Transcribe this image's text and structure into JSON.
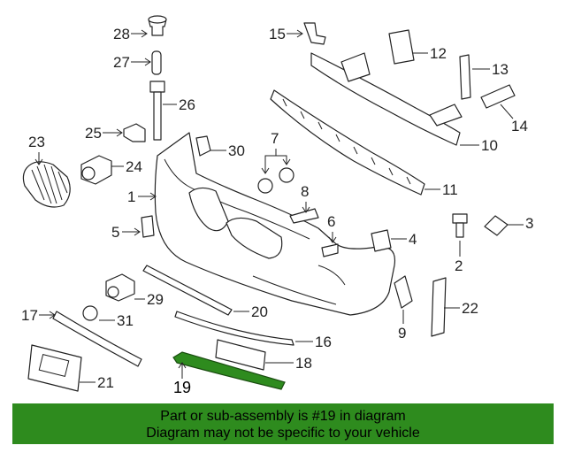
{
  "diagram": {
    "highlight_color": "#2e8b1e",
    "callouts": [
      "1",
      "2",
      "3",
      "4",
      "5",
      "6",
      "7",
      "8",
      "9",
      "10",
      "11",
      "12",
      "13",
      "14",
      "15",
      "16",
      "17",
      "18",
      "19",
      "20",
      "21",
      "22",
      "23",
      "24",
      "25",
      "26",
      "27",
      "28",
      "29",
      "30",
      "31"
    ],
    "highlighted_callout": "19"
  },
  "banner": {
    "line1": "Part or sub-assembly is #19 in diagram",
    "line2": "Diagram may not be specific to your vehicle",
    "background": "#2e8b1e"
  }
}
